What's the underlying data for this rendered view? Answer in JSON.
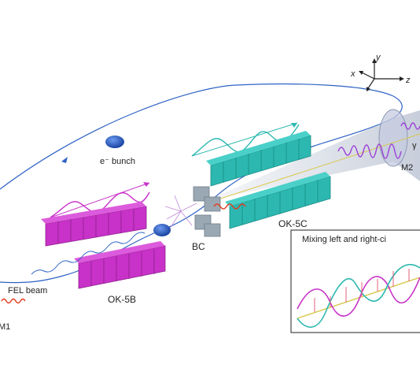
{
  "labels": {
    "e_bunch": "e⁻ bunch",
    "fel_beam": "FEL beam",
    "m1": "M1",
    "m2": "M2",
    "bc": "BC",
    "ok5b": "OK-5B",
    "ok5c": "OK-5C",
    "gamma": "γ",
    "inset_title": "Mixing left and right-ci"
  },
  "axes": {
    "x": "x",
    "y": "y",
    "z": "z"
  },
  "colors": {
    "magenta_undulator": "#c832c8",
    "teal_undulator": "#2cb8b0",
    "electron_orbit": "#2d62c4",
    "bunch": "#1f4fb8",
    "laser_red": "#e63b1f",
    "gray_magnet": "#9aa8b3",
    "purple_wave": "#9b3fd6"
  }
}
